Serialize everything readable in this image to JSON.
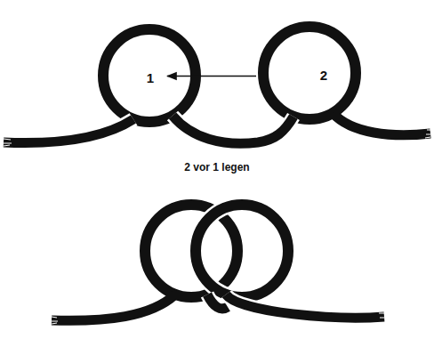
{
  "diagram": {
    "nodes": [
      {
        "text": [
          "1"
        ]
      },
      {
        "text": [
          "2"
        ]
      }
    ],
    "edges": [
      {
        "from": 1,
        "to": 0,
        "arrow": "to"
      }
    ],
    "labels": [
      "2 vor 1 legen"
    ]
  }
}
